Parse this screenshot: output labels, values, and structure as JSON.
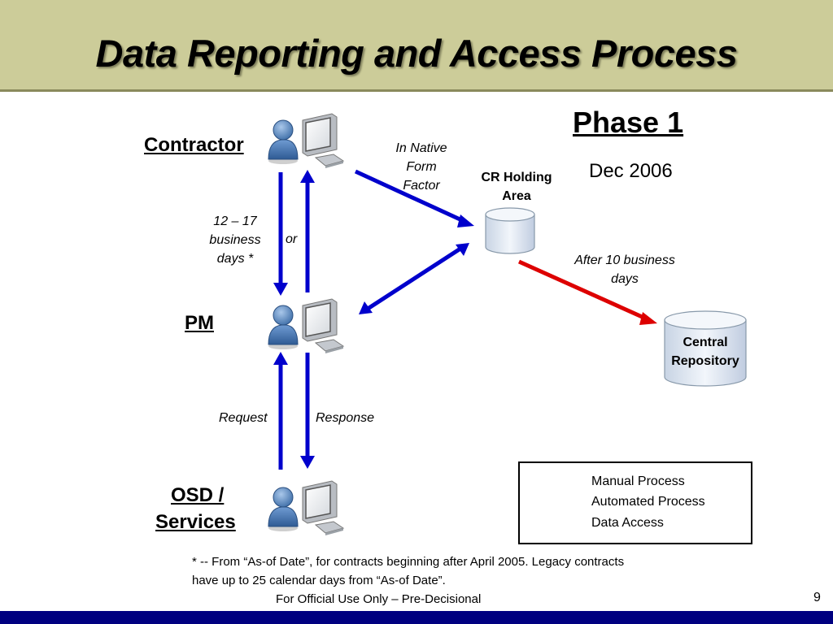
{
  "title": "Data Reporting and Access Process",
  "actors": {
    "contractor": "Contractor",
    "pm": "PM",
    "osd_line1": "OSD /",
    "osd_line2": "Services"
  },
  "labels": {
    "native_1": "In Native",
    "native_2": "Form",
    "native_3": "Factor",
    "cr_1": "CR Holding",
    "cr_2": "Area",
    "days_1": "12 – 17",
    "days_2": "business",
    "days_3": "days *",
    "or": "or",
    "after_1": "After 10 business",
    "after_2": "days",
    "central_1": "Central",
    "central_2": "Repository",
    "request": "Request",
    "response": "Response"
  },
  "phase": {
    "title": "Phase 1",
    "date": "Dec 2006"
  },
  "legend": [
    {
      "label": "Manual Process",
      "color": "#0000cc"
    },
    {
      "label": "Automated Process",
      "color": "#dd0000"
    },
    {
      "label": "Data Access",
      "color": "#22cc22"
    }
  ],
  "note": {
    "line1": "* -- From “As-of Date”, for contracts beginning after April 2005.  Legacy contracts",
    "line2": "have up to 25 calendar days from “As-of Date”."
  },
  "footer": {
    "text": "For Official Use Only – Pre-Decisional",
    "page": "9"
  },
  "colors": {
    "header_bg": "#cccc99",
    "footer_bg": "#000080",
    "manual": "#0000cc",
    "automated": "#dd0000",
    "access": "#22cc22"
  }
}
